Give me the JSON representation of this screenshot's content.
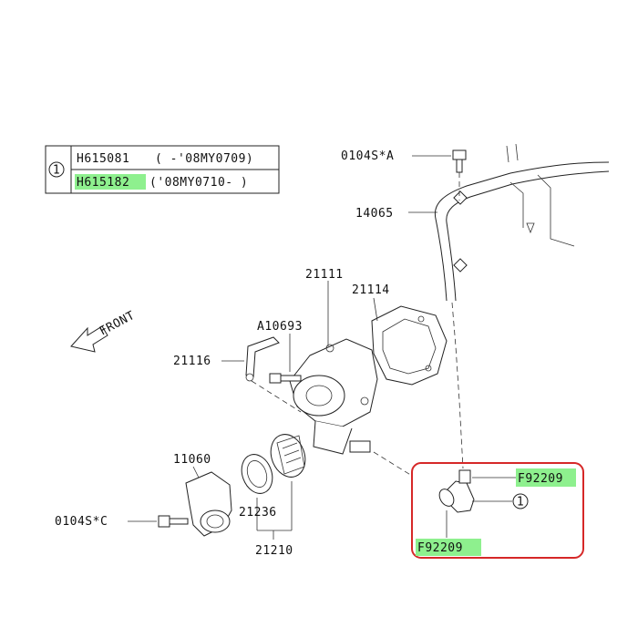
{
  "legend_table": {
    "key": "1",
    "rows": [
      {
        "part": "H615081",
        "range": "( -'08MY0709)",
        "highlighted": false
      },
      {
        "part": "H615182",
        "range": "('08MY0710- )",
        "highlighted": true
      }
    ]
  },
  "direction_label": "FRONT",
  "part_labels": {
    "bolt_a": "0104S*A",
    "hose": "14065",
    "pump": "21111",
    "gasket": "21114",
    "stud": "A10693",
    "pipe": "21116",
    "cover": "11060",
    "bolt_c": "0104S*C",
    "thermo_gasket": "21236",
    "thermostat": "21210",
    "clip_top": "F92209",
    "clip_bottom": "F92209",
    "ref_one": "1"
  },
  "colors": {
    "highlight": "#8ef08e",
    "callout_box": "#d62828",
    "line": "#222222"
  }
}
